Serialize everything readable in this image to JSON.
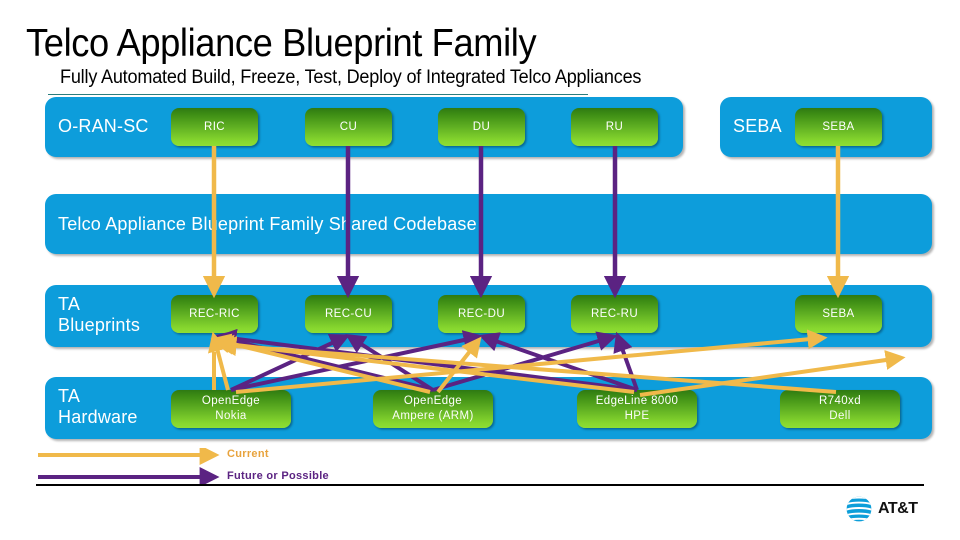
{
  "slide": {
    "title": "Telco Appliance Blueprint Family",
    "subtitle": "Fully Automated Build, Freeze, Test, Deploy of Integrated Telco Appliances"
  },
  "colors": {
    "panel_blue": "#0d9ddb",
    "chip_green_top": "#2f7a12",
    "chip_green_bottom": "#8ede33",
    "arrow_current": "#f0b94a",
    "arrow_future": "#5b2382",
    "att_blue": "#0c9ed9",
    "title_rule": "#2a7d7d"
  },
  "groups": {
    "oran": {
      "label": "O-RAN-SC",
      "chips": [
        {
          "label": "RIC"
        },
        {
          "label": "CU"
        },
        {
          "label": "DU"
        },
        {
          "label": "RU"
        }
      ]
    },
    "seba": {
      "label": "SEBA",
      "chips": [
        {
          "label": "SEBA"
        }
      ]
    }
  },
  "codebase": {
    "label": "Telco Appliance Blueprint Family Shared Codebase"
  },
  "blueprints": {
    "label": "TA\nBlueprints",
    "chips": [
      {
        "label": "REC-RIC"
      },
      {
        "label": "REC-CU"
      },
      {
        "label": "REC-DU"
      },
      {
        "label": "REC-RU"
      },
      {
        "label": "SEBA"
      }
    ]
  },
  "hardware": {
    "label": "TA\nHardware",
    "chips": [
      {
        "line1": "OpenEdge",
        "line2": "Nokia"
      },
      {
        "line1": "OpenEdge",
        "line2": "Ampere (ARM)"
      },
      {
        "line1": "EdgeLine 8000",
        "line2": "HPE"
      },
      {
        "line1": "R740xd",
        "line2": "Dell"
      }
    ]
  },
  "legend": {
    "items": [
      {
        "label": "Current",
        "color": "#f0b94a"
      },
      {
        "label": "Future or Possible",
        "color": "#5b2382"
      }
    ]
  },
  "footer": {
    "brand": "AT&T"
  }
}
